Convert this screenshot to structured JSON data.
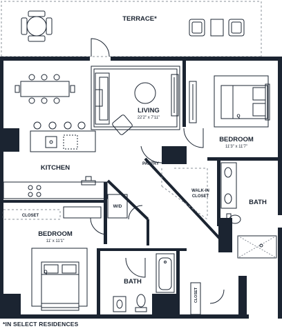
{
  "colors": {
    "ink": "#1b2431",
    "wall": "#1b2431",
    "dash": "#8a9099"
  },
  "rooms": {
    "terrace": "TERRACE*",
    "living": {
      "name": "LIVING",
      "dims": "22'2\" x 7'11\""
    },
    "bedroom_main": {
      "name": "BEDROOM",
      "dims": "11'3\" x 11'7\""
    },
    "pantry": "PANTRY",
    "kitchen": "KITCHEN",
    "walk_in_closet": [
      "WALK-IN",
      "CLOSET"
    ],
    "bath_main": "BATH",
    "wd": "W/D",
    "closet_left": "CLOSET",
    "bedroom_second": {
      "name": "BEDROOM",
      "dims": "11' x 11'1\""
    },
    "bath_second": "BATH",
    "closet_small": "CLOSET",
    "bed_marker": "Q"
  },
  "footnote": "*IN SELECT RESIDENCES",
  "icons": [
    "dining-table-icon",
    "sofa-icon",
    "armchair-icon",
    "coffee-table-icon",
    "queen-bed-icon",
    "bathtub-icon",
    "toilet-icon",
    "sink-icon",
    "stove-icon",
    "shower-icon",
    "bar-stool-icon",
    "door-swing-icon"
  ]
}
